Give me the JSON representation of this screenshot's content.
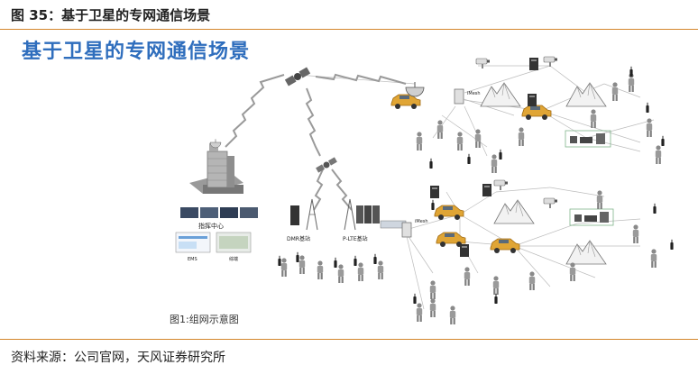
{
  "header": {
    "title": "图 35：基于卫星的专网通信场景"
  },
  "figure": {
    "title": "基于卫星的专网通信场景",
    "caption": "图1:组网示意图",
    "labels": {
      "command_center": "指挥中心",
      "screen_a": "EMS",
      "screen_b": "综端",
      "dmr": "DMR基站",
      "plte": "P-LTE基站",
      "imesh_top": "iMesh",
      "imesh_bottom": "iMesh"
    }
  },
  "footer": {
    "source": "资料来源：公司官网，天风证券研究所"
  }
}
